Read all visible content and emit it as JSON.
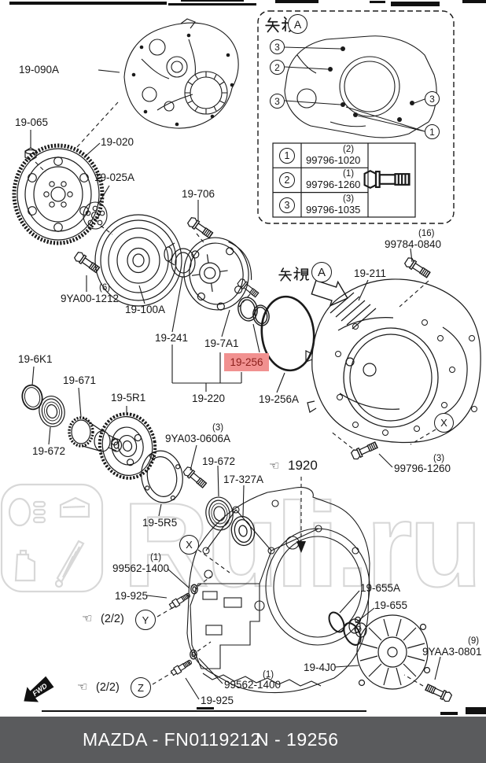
{
  "colors": {
    "line": "#1a1a1a",
    "highlight_bg": "#f19190",
    "highlight_fg": "#8c201c",
    "footer_bg": "#5a5b5d",
    "footer_fg": "#ffffff",
    "watermark": "#d8d8d8"
  },
  "watermark": {
    "brand": "Ruli.ru"
  },
  "footer": {
    "left": "MAZDA - FN0119212",
    "right": "N - 19256"
  },
  "icons": {
    "hand_ref": "☞"
  },
  "marks": {
    "x": "X",
    "y": "Y",
    "z": "Z",
    "ref_page": "(2/2)",
    "fwd": "FWD"
  },
  "view_inset": {
    "title_kanji": "矢視",
    "view_letter": "A",
    "callout_numbers": [
      "3",
      "2",
      "3",
      "3",
      "1"
    ],
    "table": {
      "rows": [
        {
          "no": "1",
          "part": "99796-1020",
          "qty": "(2)"
        },
        {
          "no": "2",
          "part": "99796-1260",
          "qty": "(1)"
        },
        {
          "no": "3",
          "part": "99796-1035",
          "qty": "(3)"
        }
      ]
    }
  },
  "view_arrow": {
    "title_kanji": "矢視",
    "view_letter": "A"
  },
  "labels": {
    "assembly": "19-090A",
    "locknut": "19-065",
    "flywheel": "19-020",
    "drive_plate": "19-025A",
    "bolt_706": "19-706",
    "bolt_9ya00": "9YA00-1212",
    "qty_9ya00": "(6)",
    "torque_converter": "19-100A",
    "seal_241": "19-241",
    "oil_pump": "19-7A1",
    "oring_256": "19-256",
    "pump_assy_220": "19-220",
    "oring_256a": "19-256A",
    "oring_6k1": "19-6K1",
    "gear_671": "19-671",
    "gear_5r1": "19-5R1",
    "bearing_672a": "19-672",
    "bolt_9ya03": "9YA03-0606A",
    "qty_9ya03": "(3)",
    "bearing_672b": "19-672",
    "seal_17327a": "17-327A",
    "plate_5r5": "19-5R5",
    "control_valve_1920": "1920",
    "switch_99562a": "99562-1400",
    "qty_99562a": "(1)",
    "switch_925a": "19-925",
    "switch_925b": "19-925",
    "switch_99562b": "99562-1400",
    "qty_99562b": "(1)",
    "case_4j0": "19-4J0",
    "oring_655a": "19-655A",
    "oring_655": "19-655",
    "bolt_9yaa3": "9YAA3-0801",
    "qty_9yaa3": "(9)",
    "bolt_99784": "99784-0840",
    "qty_99784": "(16)",
    "housing_211": "19-211",
    "bolt_99796_1260": "99796-1260",
    "qty_99796_1260": "(3)"
  }
}
